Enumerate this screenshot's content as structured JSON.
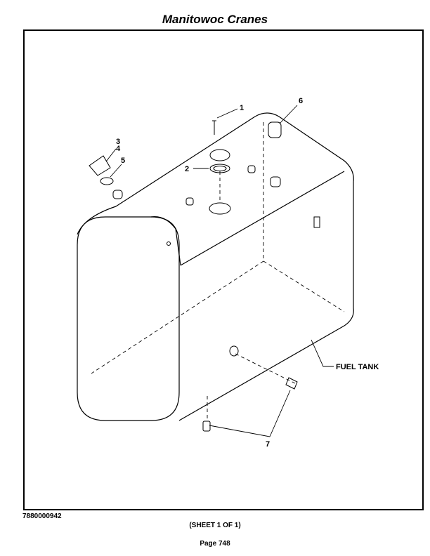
{
  "header": {
    "title": "Manitowoc Cranes"
  },
  "diagram": {
    "callouts": [
      "1",
      "2",
      "3",
      "4",
      "5",
      "6",
      "7"
    ],
    "part_label": "FUEL TANK"
  },
  "footer": {
    "doc_number": "7880000942",
    "sheet": "(SHEET 1 OF 1)",
    "page": "Page 748"
  }
}
